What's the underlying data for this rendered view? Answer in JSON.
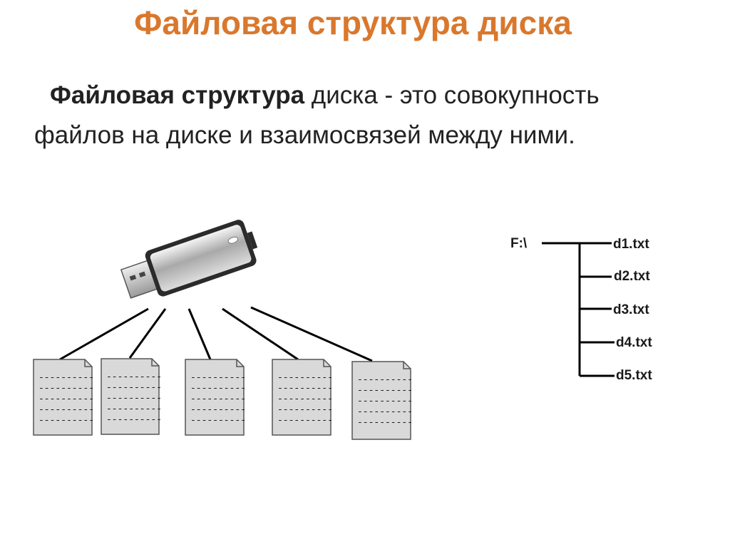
{
  "slide": {
    "title": "Файловая структура диска",
    "definition": {
      "term": "Файловая структура",
      "rest_line1": " диска - это совокупность",
      "line2": "файлов на диске и взаимосвязей между ними."
    }
  },
  "usb_drive": {
    "icon": "usb-flash-drive-icon"
  },
  "documents": {
    "count_shown": 5,
    "dash_text": "----------",
    "icon": "document-icon"
  },
  "tree": {
    "root": "F:\\",
    "children": [
      "d1.txt",
      "d2.txt",
      "d3.txt",
      "d4.txt",
      "d5.txt"
    ]
  },
  "colors": {
    "title": "#d9782d",
    "text": "#222222",
    "document_fill": "#d9d9d9",
    "line": "#000000"
  }
}
